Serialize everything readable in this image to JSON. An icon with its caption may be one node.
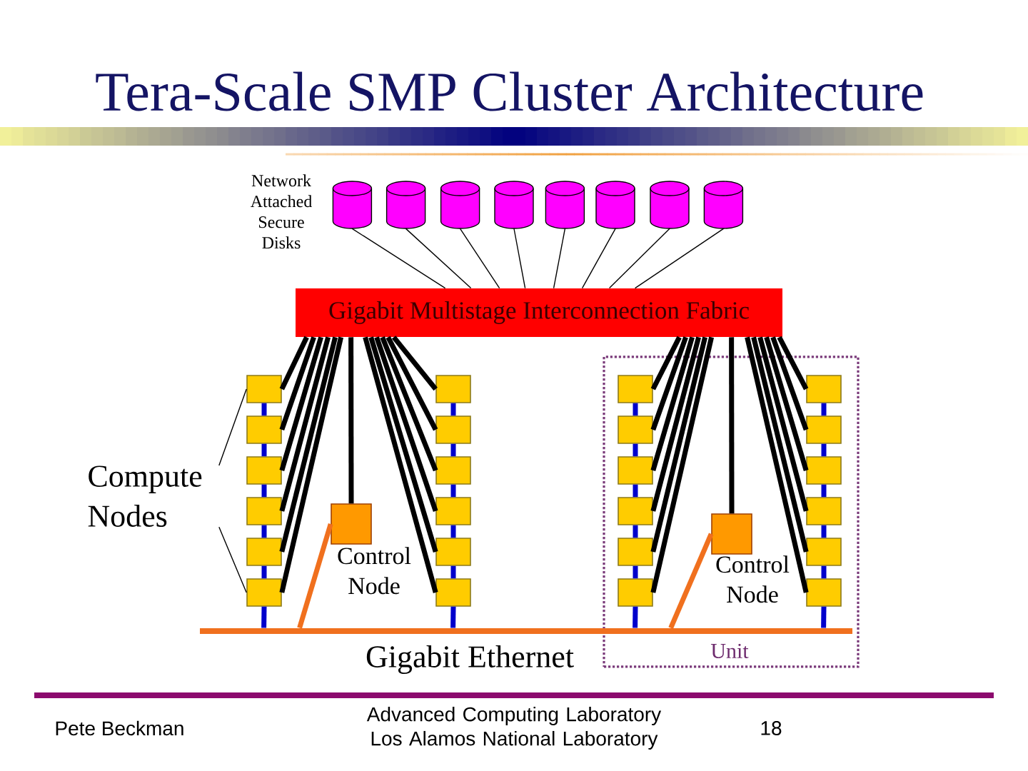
{
  "diagram": {
    "title": "Tera-Scale SMP Cluster Architecture",
    "nodes": [
      {
        "text": [],
        "shape": "cylinder"
      },
      {
        "text": [],
        "shape": "cylinder"
      },
      {
        "text": [],
        "shape": "cylinder"
      },
      {
        "text": [],
        "shape": "cylinder"
      },
      {
        "text": [],
        "shape": "cylinder"
      },
      {
        "text": [],
        "shape": "cylinder"
      },
      {
        "text": [],
        "shape": "cylinder"
      },
      {
        "text": [],
        "shape": "cylinder"
      },
      {
        "text": [
          "Gigabit Multistage Interconnection Fabric"
        ]
      },
      {
        "text": [
          "Compute Nodes"
        ]
      },
      {
        "text": [],
        "shape": "box"
      },
      {
        "text": [],
        "shape": "box"
      },
      {
        "text": [],
        "shape": "box"
      },
      {
        "text": [],
        "shape": "box"
      },
      {
        "text": [],
        "shape": "box"
      },
      {
        "text": [],
        "shape": "box"
      },
      {
        "text": [
          "Control Node"
        ]
      },
      {
        "text": [],
        "shape": "box"
      },
      {
        "text": [],
        "shape": "box"
      },
      {
        "text": [],
        "shape": "box"
      },
      {
        "text": [],
        "shape": "box"
      },
      {
        "text": [],
        "shape": "box"
      },
      {
        "text": [],
        "shape": "box"
      },
      {
        "text": [
          "Unit"
        ]
      },
      {
        "text": [],
        "shape": "box",
        "in": 23
      },
      {
        "text": [],
        "shape": "box",
        "in": 23
      },
      {
        "text": [],
        "shape": "box",
        "in": 23
      },
      {
        "text": [],
        "shape": "box",
        "in": 23
      },
      {
        "text": [],
        "shape": "box",
        "in": 23
      },
      {
        "text": [],
        "shape": "box",
        "in": 23
      },
      {
        "text": [
          "Control Node"
        ],
        "in": 23
      },
      {
        "text": [],
        "shape": "box",
        "in": 23
      },
      {
        "text": [],
        "shape": "box",
        "in": 23
      },
      {
        "text": [],
        "shape": "box",
        "in": 23
      },
      {
        "text": [],
        "shape": "box",
        "in": 23
      },
      {
        "text": [],
        "shape": "box",
        "in": 23
      },
      {
        "text": [],
        "shape": "box",
        "in": 23
      },
      {
        "text": [
          "Gigabit Ethernet"
        ]
      }
    ],
    "edges": [
      {
        "from": 0,
        "to": 8,
        "arrow": "none"
      },
      {
        "from": 1,
        "to": 8,
        "arrow": "none"
      },
      {
        "from": 2,
        "to": 8,
        "arrow": "none"
      },
      {
        "from": 3,
        "to": 8,
        "arrow": "none"
      },
      {
        "from": 4,
        "to": 8,
        "arrow": "none"
      },
      {
        "from": 5,
        "to": 8,
        "arrow": "none"
      },
      {
        "from": 6,
        "to": 8,
        "arrow": "none"
      },
      {
        "from": 7,
        "to": 8,
        "arrow": "none"
      },
      {
        "from": 8,
        "to": 10,
        "arrow": "none"
      },
      {
        "from": 8,
        "to": 11,
        "arrow": "none"
      },
      {
        "from": 8,
        "to": 12,
        "arrow": "none"
      },
      {
        "from": 8,
        "to": 13,
        "arrow": "none"
      },
      {
        "from": 8,
        "to": 14,
        "arrow": "none"
      },
      {
        "from": 8,
        "to": 15,
        "arrow": "none"
      },
      {
        "from": 8,
        "to": 17,
        "arrow": "none"
      },
      {
        "from": 8,
        "to": 18,
        "arrow": "none"
      },
      {
        "from": 8,
        "to": 19,
        "arrow": "none"
      },
      {
        "from": 8,
        "to": 20,
        "arrow": "none"
      },
      {
        "from": 8,
        "to": 21,
        "arrow": "none"
      },
      {
        "from": 8,
        "to": 22,
        "arrow": "none"
      },
      {
        "from": 8,
        "to": 24,
        "arrow": "none"
      },
      {
        "from": 8,
        "to": 25,
        "arrow": "none"
      },
      {
        "from": 8,
        "to": 26,
        "arrow": "none"
      },
      {
        "from": 8,
        "to": 27,
        "arrow": "none"
      },
      {
        "from": 8,
        "to": 28,
        "arrow": "none"
      },
      {
        "from": 8,
        "to": 29,
        "arrow": "none"
      },
      {
        "from": 8,
        "to": 31,
        "arrow": "none"
      },
      {
        "from": 8,
        "to": 32,
        "arrow": "none"
      },
      {
        "from": 8,
        "to": 33,
        "arrow": "none"
      },
      {
        "from": 8,
        "to": 34,
        "arrow": "none"
      },
      {
        "from": 8,
        "to": 35,
        "arrow": "none"
      },
      {
        "from": 8,
        "to": 36,
        "arrow": "none"
      },
      {
        "from": 8,
        "to": 16,
        "arrow": "none"
      },
      {
        "from": 8,
        "to": 30,
        "arrow": "none"
      },
      {
        "from": 10,
        "to": 11,
        "arrow": "none",
        "color": "#0000cc"
      },
      {
        "from": 11,
        "to": 12,
        "arrow": "none",
        "color": "#0000cc"
      },
      {
        "from": 12,
        "to": 13,
        "arrow": "none",
        "color": "#0000cc"
      },
      {
        "from": 13,
        "to": 14,
        "arrow": "none",
        "color": "#0000cc"
      },
      {
        "from": 14,
        "to": 15,
        "arrow": "none",
        "color": "#0000cc"
      },
      {
        "from": 15,
        "to": 37,
        "arrow": "none",
        "color": "#0000cc"
      },
      {
        "from": 17,
        "to": 18,
        "arrow": "none",
        "color": "#0000cc"
      },
      {
        "from": 18,
        "to": 19,
        "arrow": "none",
        "color": "#0000cc"
      },
      {
        "from": 19,
        "to": 20,
        "arrow": "none",
        "color": "#0000cc"
      },
      {
        "from": 20,
        "to": 21,
        "arrow": "none",
        "color": "#0000cc"
      },
      {
        "from": 21,
        "to": 22,
        "arrow": "none",
        "color": "#0000cc"
      },
      {
        "from": 22,
        "to": 37,
        "arrow": "none",
        "color": "#0000cc"
      },
      {
        "from": 24,
        "to": 25,
        "arrow": "none",
        "color": "#0000cc"
      },
      {
        "from": 25,
        "to": 26,
        "arrow": "none",
        "color": "#0000cc"
      },
      {
        "from": 26,
        "to": 27,
        "arrow": "none",
        "color": "#0000cc"
      },
      {
        "from": 27,
        "to": 28,
        "arrow": "none",
        "color": "#0000cc"
      },
      {
        "from": 28,
        "to": 29,
        "arrow": "none",
        "color": "#0000cc"
      },
      {
        "from": 29,
        "to": 37,
        "arrow": "none",
        "color": "#0000cc"
      },
      {
        "from": 31,
        "to": 32,
        "arrow": "none",
        "color": "#0000cc"
      },
      {
        "from": 32,
        "to": 33,
        "arrow": "none",
        "color": "#0000cc"
      },
      {
        "from": 33,
        "to": 34,
        "arrow": "none",
        "color": "#0000cc"
      },
      {
        "from": 34,
        "to": 35,
        "arrow": "none",
        "color": "#0000cc"
      },
      {
        "from": 35,
        "to": 36,
        "arrow": "none",
        "color": "#0000cc"
      },
      {
        "from": 36,
        "to": 37,
        "arrow": "none",
        "color": "#0000cc"
      },
      {
        "from": 16,
        "to": 37,
        "arrow": "none",
        "color": "#f0701e"
      },
      {
        "from": 30,
        "to": 37,
        "arrow": "none",
        "color": "#f0701e"
      },
      {
        "from": 9,
        "to": 10,
        "arrow": "none"
      },
      {
        "from": 9,
        "to": 15,
        "arrow": "none"
      }
    ],
    "labels": [
      "Network Attached Secure Disks",
      "Pete Beckman",
      "Advanced Computing Laboratory Los Alamos National Laboratory",
      "18"
    ]
  }
}
